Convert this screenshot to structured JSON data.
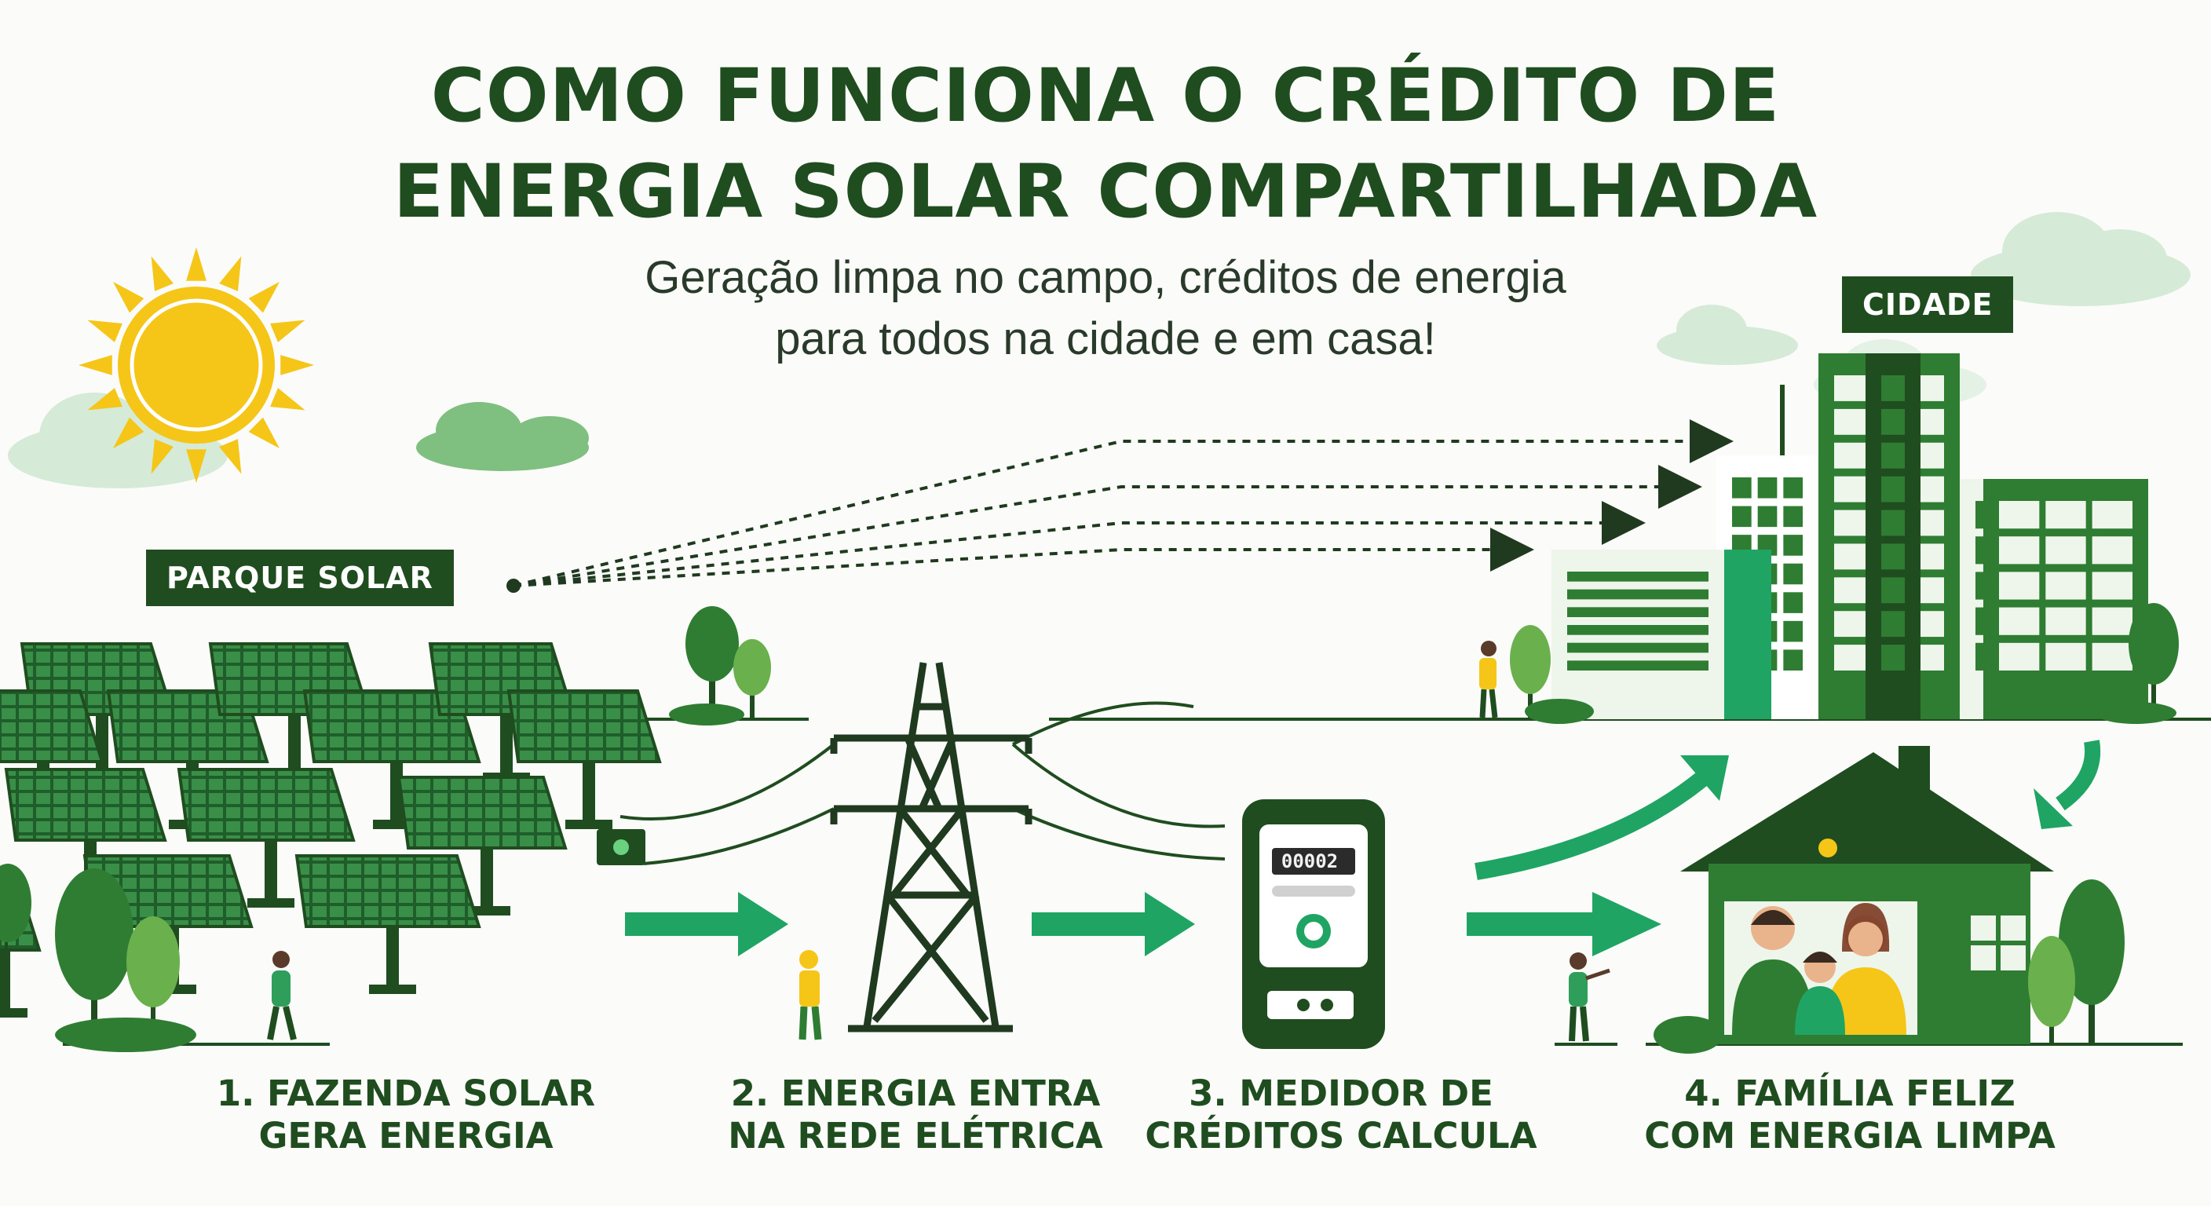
{
  "title": {
    "line1": "COMO FUNCIONA O CRÉDITO DE",
    "line2": "ENERGIA SOLAR COMPARTILHADA"
  },
  "subtitle": {
    "line1": "Geração limpa no campo, créditos de energia",
    "line2": "para todos na cidade e em casa!"
  },
  "labels": {
    "parque_solar": "PARQUE SOLAR",
    "cidade": "CIDADE"
  },
  "steps": [
    {
      "line1": "1. FAZENDA SOLAR",
      "line2": "GERA ENERGIA"
    },
    {
      "line1": "2. ENERGIA ENTRA",
      "line2": "NA REDE ELÉTRICA"
    },
    {
      "line1": "3. MEDIDOR DE",
      "line2": "CRÉDITOS CALCULA"
    },
    {
      "line1": "4. FAMÍLIA FELIZ",
      "line2": "COM ENERGIA LIMPA"
    }
  ],
  "meter": {
    "reading": "00002"
  },
  "colors": {
    "dark_green": "#1f4d1f",
    "mid_green": "#2e7d32",
    "accent_green": "#1fa463",
    "sun_yellow": "#f5c518",
    "cloud": "#d6ead8"
  }
}
